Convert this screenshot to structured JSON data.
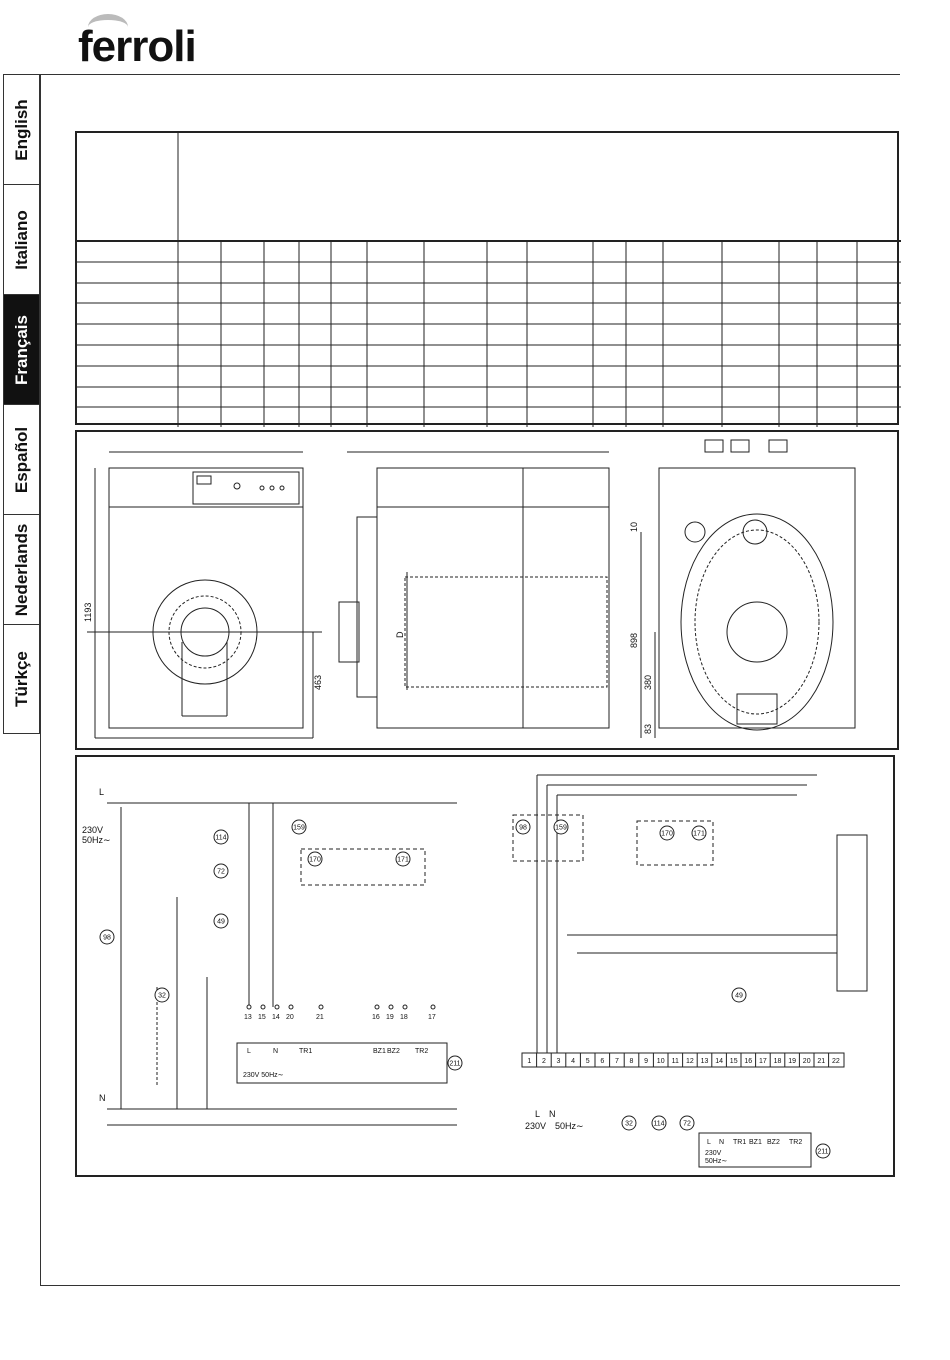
{
  "brand": {
    "logo_text": "ferroli"
  },
  "language_tabs": [
    {
      "label": "English",
      "active": false
    },
    {
      "label": "Italiano",
      "active": false
    },
    {
      "label": "Français",
      "active": true
    },
    {
      "label": "Español",
      "active": false
    },
    {
      "label": "Nederlands",
      "active": false
    },
    {
      "label": "Türkçe",
      "active": false
    }
  ],
  "dimensions": {
    "height_total": "1193",
    "burner_axis": "463",
    "depth_label": "D",
    "top_offset": "10",
    "mid_height": "898",
    "low_height": "380",
    "base_height": "83"
  },
  "wiring_left": {
    "L": "L",
    "N": "N",
    "supply": "230V",
    "freq": "50Hz∼",
    "refs": [
      "114",
      "72",
      "49",
      "32",
      "98",
      "159",
      "170",
      "171",
      "211"
    ],
    "terminals": [
      "13",
      "15",
      "14",
      "20",
      "21",
      "16",
      "19",
      "18",
      "17"
    ],
    "box_labels": [
      "L",
      "N",
      "TR1",
      "BZ1",
      "BZ2",
      "TR2"
    ],
    "box_supply": "230V 50Hz∼"
  },
  "wiring_right": {
    "strip": [
      "1",
      "2",
      "3",
      "4",
      "5",
      "6",
      "7",
      "8",
      "9",
      "10",
      "11",
      "12",
      "13",
      "14",
      "15",
      "16",
      "17",
      "18",
      "19",
      "20",
      "21",
      "22"
    ],
    "supply_labels": [
      "L",
      "N",
      "230V",
      "50Hz∼"
    ],
    "refs": [
      "98",
      "159",
      "170",
      "171",
      "49",
      "32",
      "114",
      "72",
      "211"
    ],
    "box_labels": [
      "L",
      "N",
      "TR1",
      "BZ1",
      "BZ2",
      "TR2"
    ],
    "box_supply": "230V",
    "box_freq": "50Hz∼"
  }
}
